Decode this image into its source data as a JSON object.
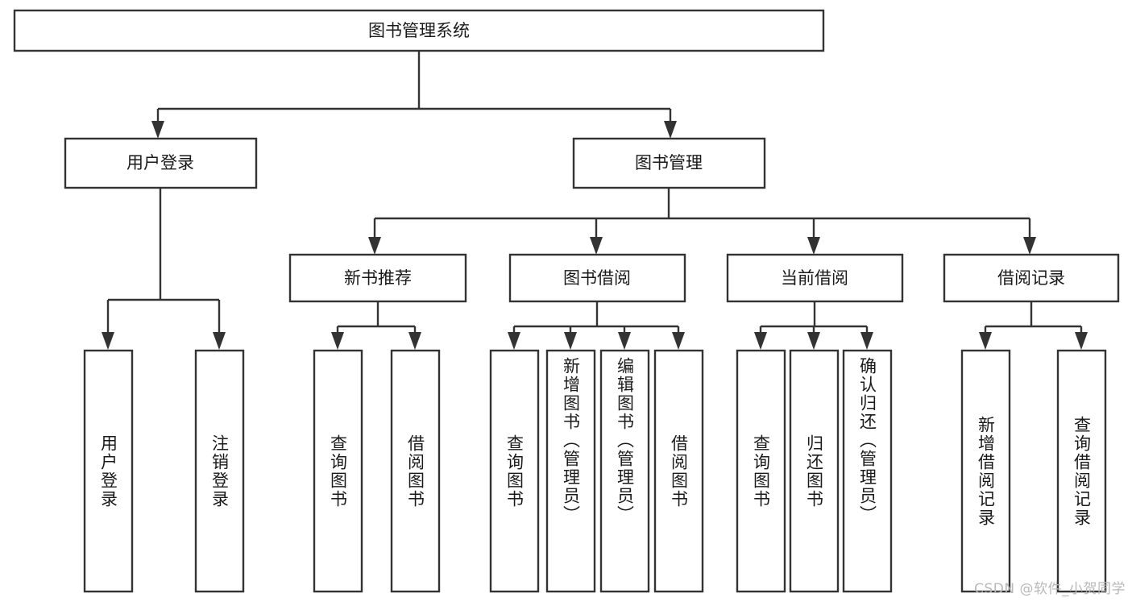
{
  "diagram": {
    "title": "图书管理系统",
    "type": "tree",
    "colors": {
      "box_stroke": "#333333",
      "box_fill": "#ffffff",
      "text": "#1a1a1a",
      "background": "#ffffff",
      "watermark": "#b9b9b9"
    },
    "root": {
      "label": "图书管理系统"
    },
    "level1": [
      {
        "label": "用户登录"
      },
      {
        "label": "图书管理"
      }
    ],
    "level2": [
      {
        "label": "新书推荐"
      },
      {
        "label": "图书借阅"
      },
      {
        "label": "当前借阅"
      },
      {
        "label": "借阅记录"
      }
    ],
    "leaves": {
      "user_login": [
        {
          "label": "用户登录"
        },
        {
          "label": "注销登录"
        }
      ],
      "new_book_recommend": [
        {
          "label": "查询图书"
        },
        {
          "label": "借阅图书"
        }
      ],
      "book_borrow": [
        {
          "label": "查询图书"
        },
        {
          "label": "新增图书（管理员）"
        },
        {
          "label": "编辑图书（管理员）"
        },
        {
          "label": "借阅图书"
        }
      ],
      "current_borrow": [
        {
          "label": "查询图书"
        },
        {
          "label": "归还图书"
        },
        {
          "label": "确认归还（管理员）"
        }
      ],
      "borrow_record": [
        {
          "label": "新增借阅记录"
        },
        {
          "label": "查询借阅记录"
        }
      ]
    },
    "watermark": "CSDN @软件_小贺同学"
  },
  "chart_data": {
    "type": "table",
    "title": "图书管理系统",
    "nodes": [
      "图书管理系统",
      "用户登录",
      "图书管理",
      "新书推荐",
      "图书借阅",
      "当前借阅",
      "借阅记录",
      "用户登录",
      "注销登录",
      "查询图书",
      "借阅图书",
      "查询图书",
      "新增图书（管理员）",
      "编辑图书（管理员）",
      "借阅图书",
      "查询图书",
      "归还图书",
      "确认归还（管理员）",
      "新增借阅记录",
      "查询借阅记录"
    ]
  }
}
